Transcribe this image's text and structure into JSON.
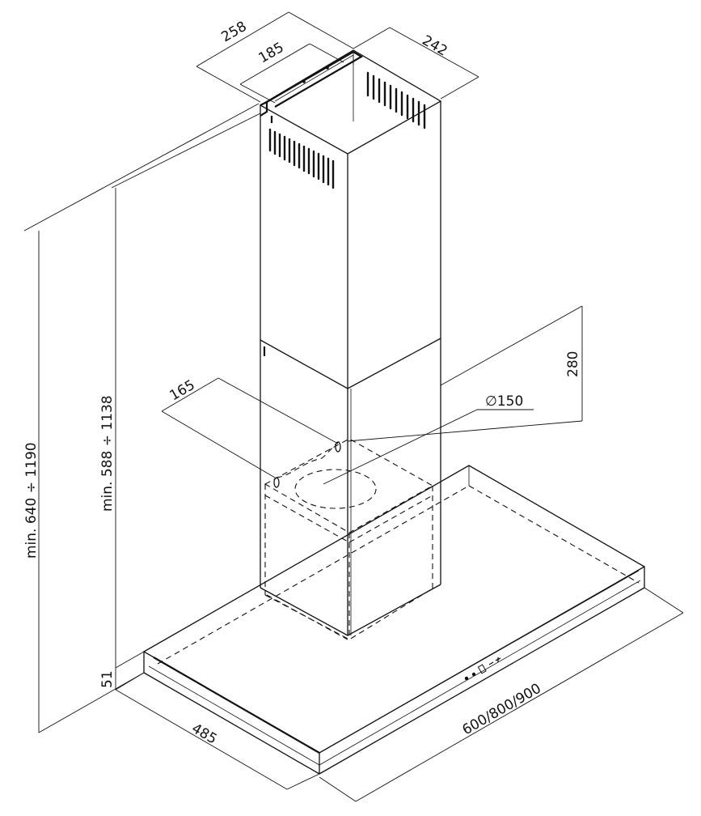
{
  "dimensions": {
    "chimney_width": "258",
    "bracket_spacing": "185",
    "chimney_depth": "242",
    "total_height": "min. 640 ÷ 1190",
    "chimney_height": "min. 588 ÷ 1138",
    "canopy_thickness": "51",
    "hood_depth": "485",
    "hood_width": "600/800/900",
    "motor_height": "280",
    "duct_offset": "165",
    "duct_diameter": "∅150"
  },
  "controls": {
    "panel_symbols": "● ● ▥ – +"
  }
}
